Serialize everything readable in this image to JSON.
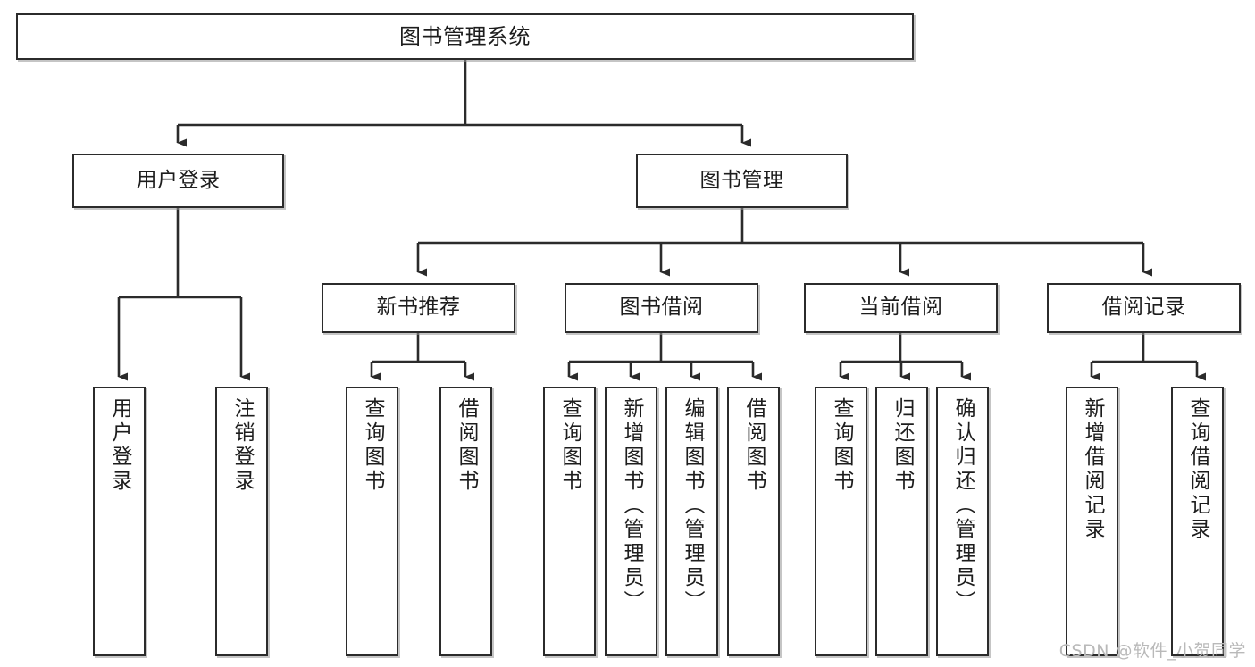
{
  "diagram": {
    "type": "tree-hierarchy-chart",
    "title": "图书管理系统",
    "orientation": "top-down",
    "palette": {
      "background": "#ffffff",
      "node_fill": "#ffffff",
      "node_stroke": "#2b2b2b",
      "edge_stroke": "#2b2b2b",
      "text": "#1d1d1d",
      "watermark": "#b9b9b9"
    }
  },
  "nodes": {
    "root": {
      "label": "图书管理系统",
      "level": 0,
      "text_direction": "horizontal"
    },
    "level1": [
      {
        "id": "user-login",
        "label": "用户登录",
        "text_direction": "horizontal"
      },
      {
        "id": "book-management",
        "label": "图书管理",
        "text_direction": "horizontal"
      }
    ],
    "level2": [
      {
        "id": "new-book-recommend",
        "label": "新书推荐",
        "parent": "book-management",
        "text_direction": "horizontal"
      },
      {
        "id": "book-borrow",
        "label": "图书借阅",
        "parent": "book-management",
        "text_direction": "horizontal"
      },
      {
        "id": "current-borrow",
        "label": "当前借阅",
        "parent": "book-management",
        "text_direction": "horizontal"
      },
      {
        "id": "borrow-record",
        "label": "借阅记录",
        "parent": "book-management",
        "text_direction": "horizontal"
      }
    ],
    "leaves": [
      {
        "id": "leaf-user-login",
        "label": "用户登录",
        "parent": "user-login",
        "text_direction": "vertical"
      },
      {
        "id": "leaf-logout-login",
        "label": "注销登录",
        "parent": "user-login",
        "text_direction": "vertical"
      },
      {
        "id": "leaf-query-book-1",
        "label": "查询图书",
        "parent": "new-book-recommend",
        "text_direction": "vertical"
      },
      {
        "id": "leaf-borrow-book-1",
        "label": "借阅图书",
        "parent": "new-book-recommend",
        "text_direction": "vertical"
      },
      {
        "id": "leaf-query-book-2",
        "label": "查询图书",
        "parent": "book-borrow",
        "text_direction": "vertical"
      },
      {
        "id": "leaf-add-book",
        "label": "新增图书（管理员）",
        "parent": "book-borrow",
        "text_direction": "vertical"
      },
      {
        "id": "leaf-edit-book",
        "label": "编辑图书（管理员）",
        "parent": "book-borrow",
        "text_direction": "vertical"
      },
      {
        "id": "leaf-borrow-book-2",
        "label": "借阅图书",
        "parent": "book-borrow",
        "text_direction": "vertical"
      },
      {
        "id": "leaf-query-book-3",
        "label": "查询图书",
        "parent": "current-borrow",
        "text_direction": "vertical"
      },
      {
        "id": "leaf-return-book",
        "label": "归还图书",
        "parent": "current-borrow",
        "text_direction": "vertical"
      },
      {
        "id": "leaf-confirm-return",
        "label": "确认归还（管理员）",
        "parent": "current-borrow",
        "text_direction": "vertical"
      },
      {
        "id": "leaf-add-record",
        "label": "新增借阅记录",
        "parent": "borrow-record",
        "text_direction": "vertical"
      },
      {
        "id": "leaf-query-record",
        "label": "查询借阅记录",
        "parent": "borrow-record",
        "text_direction": "vertical"
      }
    ]
  },
  "watermark": {
    "text": "CSDN @软件_小贺同学"
  }
}
